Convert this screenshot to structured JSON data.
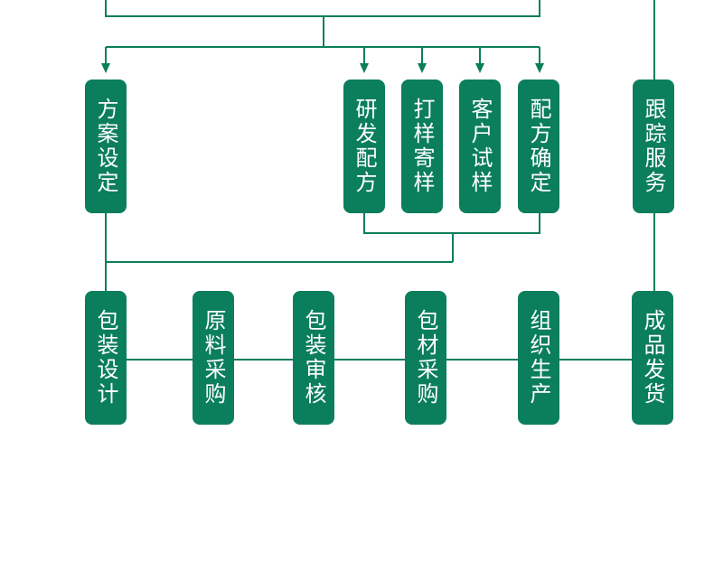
{
  "colors": {
    "node_fill": "#0b7e5c",
    "node_text": "#ffffff",
    "connector": "#0b7e5c",
    "background": "#ffffff"
  },
  "row1": [
    {
      "label": "方案设定"
    },
    {
      "label": "研发配方"
    },
    {
      "label": "打样寄样"
    },
    {
      "label": "客户试样"
    },
    {
      "label": "配方确定"
    },
    {
      "label": "跟踪服务"
    }
  ],
  "row2": [
    {
      "label": "包装设计"
    },
    {
      "label": "原料采购"
    },
    {
      "label": "包装审核"
    },
    {
      "label": "包材采购"
    },
    {
      "label": "组织生产"
    },
    {
      "label": "成品发货"
    }
  ]
}
